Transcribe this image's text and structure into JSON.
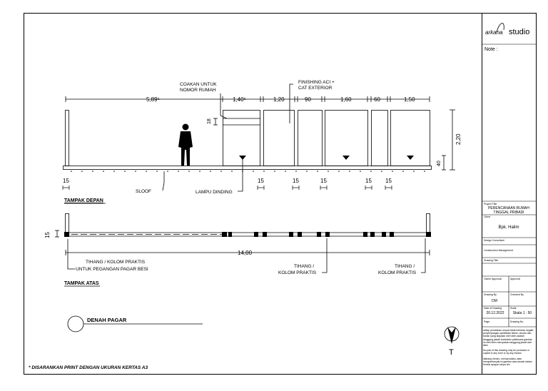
{
  "drawing": {
    "front_view": {
      "title": "TAMPAK DEPAN",
      "dims_top": [
        "5,89⁵",
        "1,40⁵",
        "1,20",
        "90",
        "1,60",
        "60",
        "1,50"
      ],
      "dim_height_total": "2,20",
      "dim_base": "40",
      "dim_small": "18",
      "note_coakan_1": "COAKAN UNTUK",
      "note_coakan_2": "NOMOR RUMAH",
      "note_finishing_1": "FINISHING ACI +",
      "note_finishing_2": "CAT EXTERIOR",
      "label_sloof": "SLOOF",
      "label_lampu": "LAMPU DINDING",
      "dims_bottom": [
        "15",
        "15",
        "15",
        "15",
        "15",
        "15"
      ]
    },
    "top_view": {
      "title": "TAMPAK ATAS",
      "dim_thickness": "15",
      "dim_total": "14,00",
      "note_left_1": "TIHANG / KOLOM PRAKTIS",
      "note_left_2": "UNTUK PEGANGAN PAGAR BESI",
      "note_mid_1": "TIHANG /",
      "note_mid_2": "KOLOM PRAKTIS",
      "note_right_1": "TIHANG /",
      "note_right_2": "KOLOM PRAKTIS"
    },
    "plan_label": "DENAH PAGAR",
    "north_label": "T",
    "footnote": "* DISARANKAN PRINT DENGAN UKURAN KERTAS A3"
  },
  "title_block": {
    "logo_script": "arkana",
    "logo_word": "studio",
    "note_label": "Note :",
    "project_title_label": "Project Title",
    "project_title_1": "PERENCANAAN RUMAH",
    "project_title_2": "TINGGAL PRIBADI",
    "client_label": "Client",
    "client_value": "Bpk. Halim",
    "design_consultant_label": "Design Consultant",
    "construction_mgmt_label": "Construction Management",
    "drawing_title_label": "Drawing Title",
    "owner_approval_label": "Owner Approval",
    "approval_label": "Approval",
    "drawing_by_label": "Drawing By",
    "drawing_by_value": "DM",
    "checked_by_label": "Checked By",
    "date_label": "Date of Drawing",
    "date_value": "20.12.2022",
    "scale_label": "Scale",
    "scale_value": "Skala 1 : 50",
    "page_label": "Page",
    "drawing_no_label": "Drawing No.",
    "disclaimer_1": "setiap perubahan ukuran tidak berbeda negatif, penyimpangan spesifikasi teknis, ukuran dan bahan yang diajukan oleh klien adalah tanggung jawab kontraktor pelaksana gambar ini oleh klien merupakan tanggung jawab dari klien",
    "disclaimer_2": "No part of this drawing may be produced or copied in any form or by any means",
    "disclaimer_3": "dilarang meniru, memproduksi, atau memperbanyak isi gambar atau desain dalam bentuk apapun tanpa izin"
  }
}
